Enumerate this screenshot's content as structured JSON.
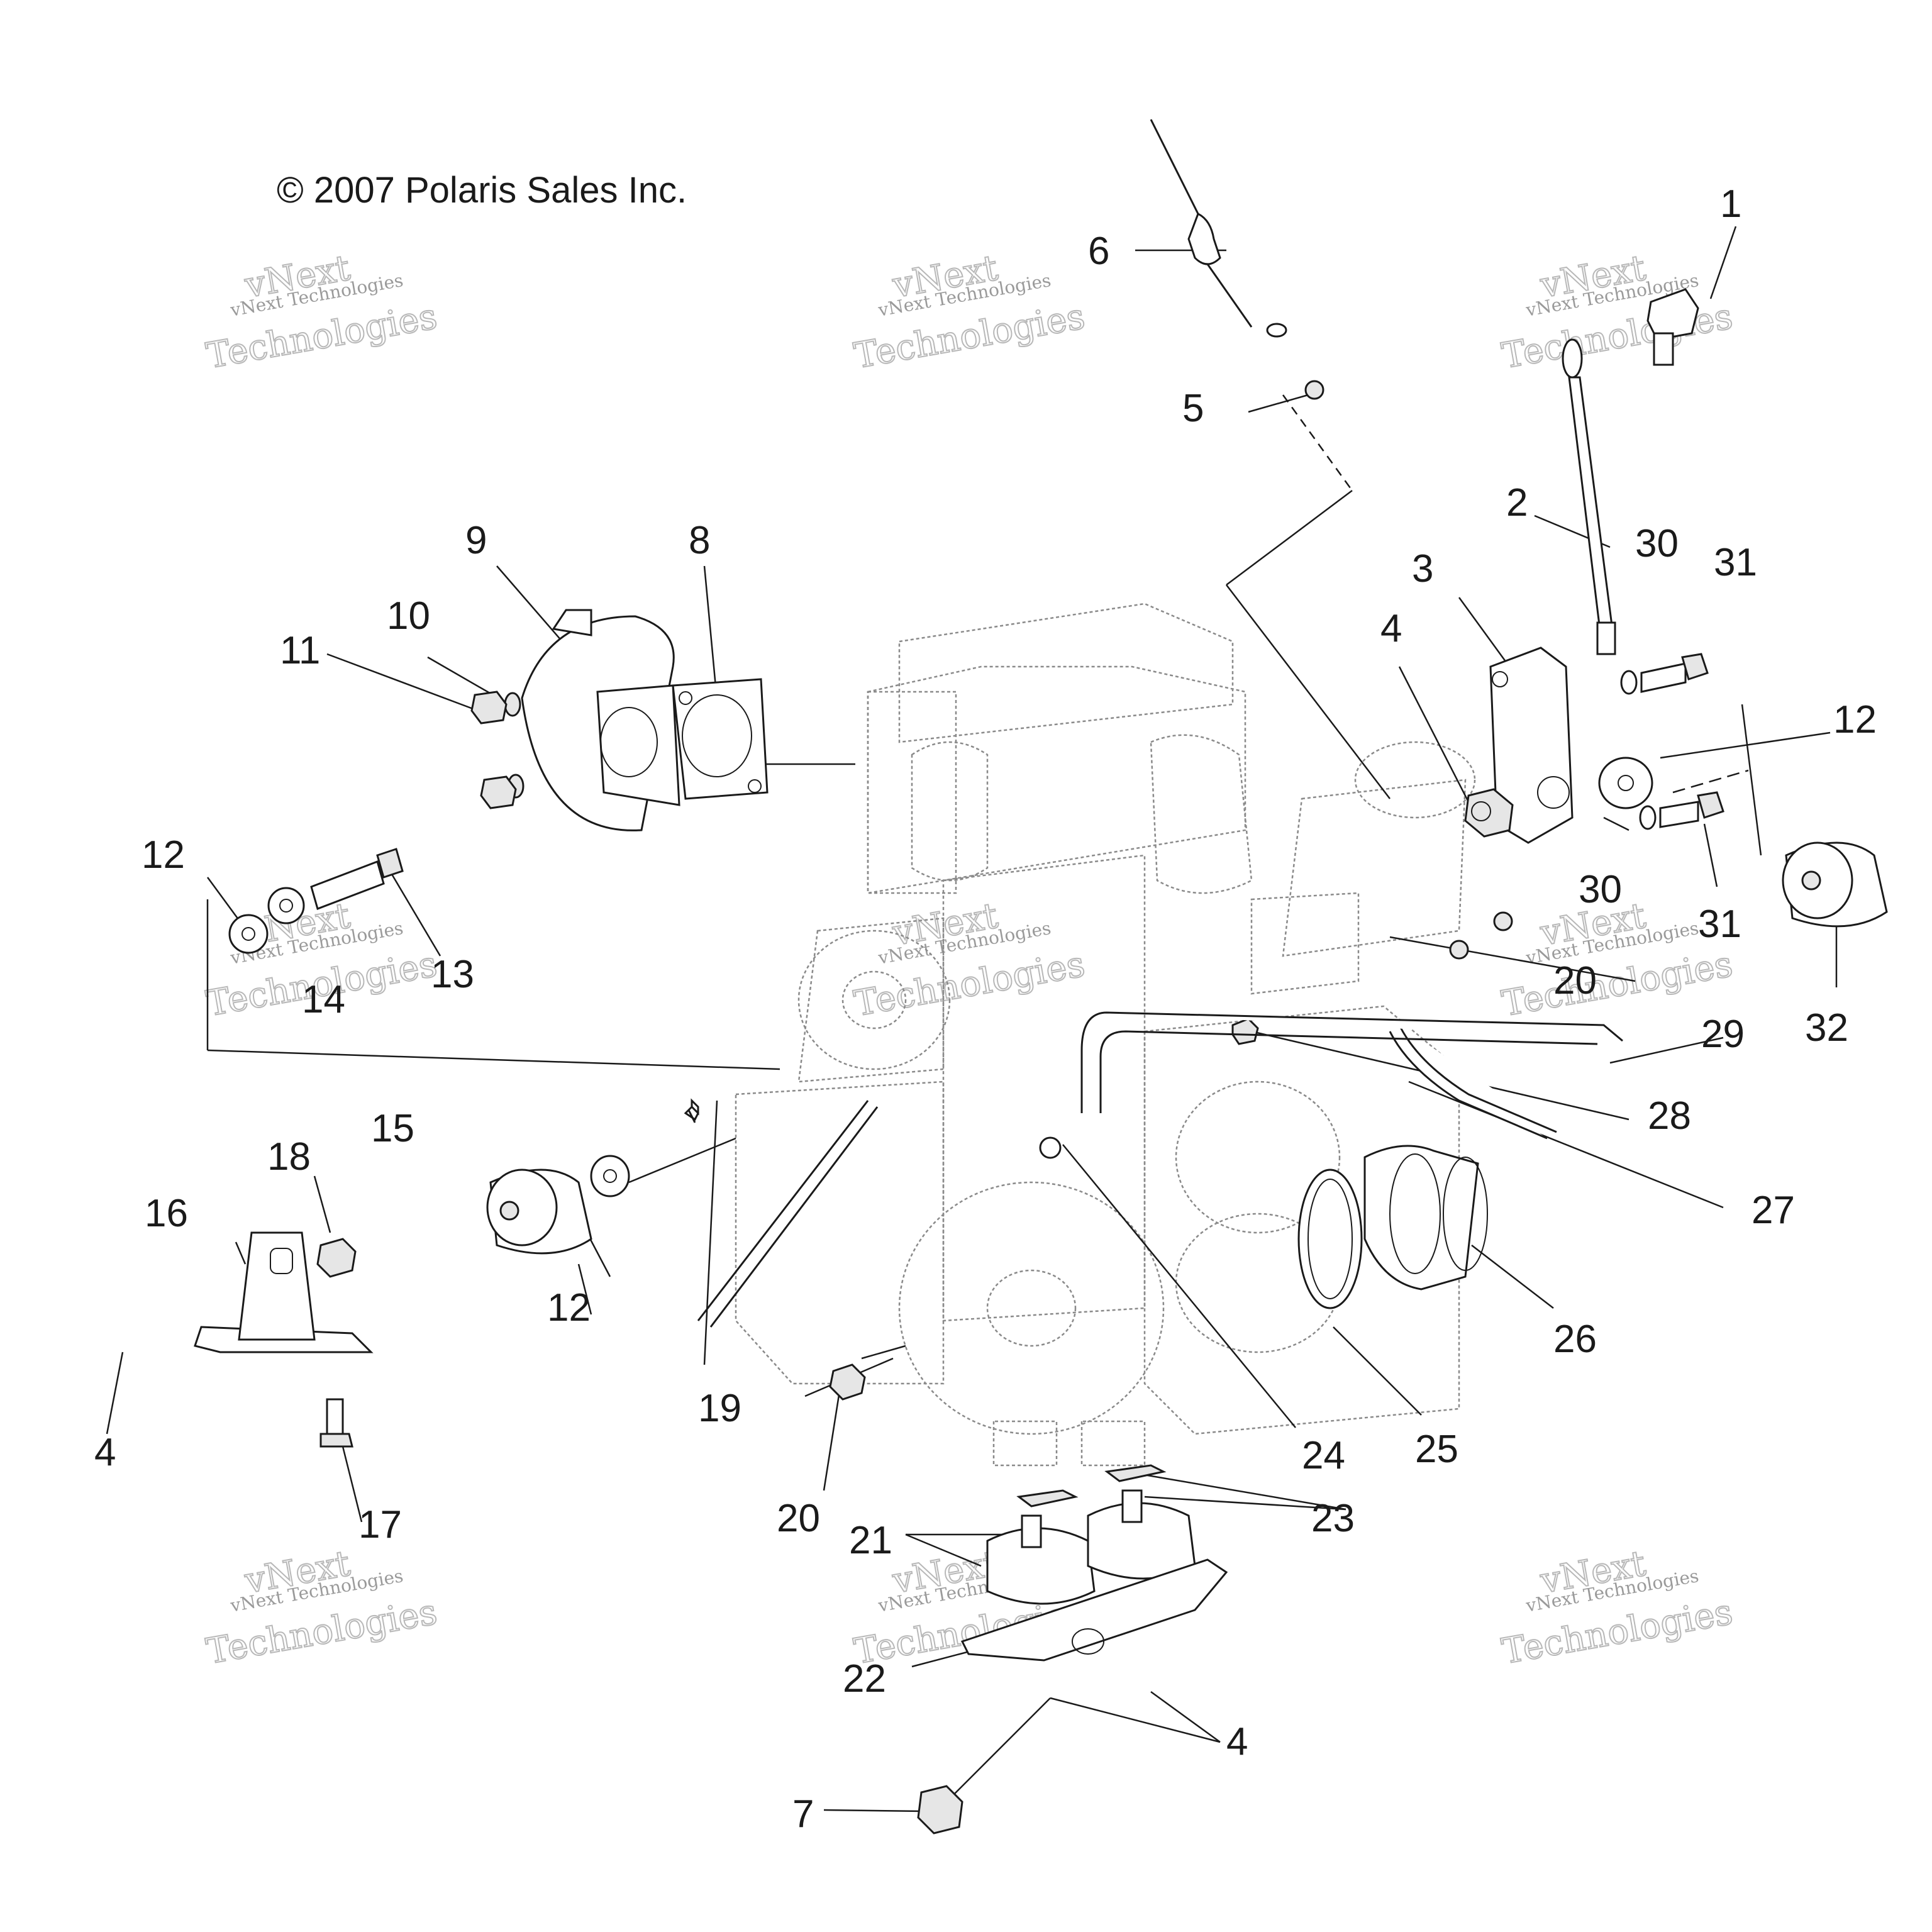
{
  "copyright": "© 2007 Polaris Sales Inc.",
  "watermark": {
    "line1": "vNext",
    "line2": "vNext Technologies",
    "line3": "Technologies"
  },
  "callouts": {
    "c1": "1",
    "c2": "2",
    "c3": "3",
    "c4a": "4",
    "c4b": "4",
    "c4c": "4",
    "c5": "5",
    "c6": "6",
    "c7": "7",
    "c8": "8",
    "c9": "9",
    "c10": "10",
    "c11": "11",
    "c12a": "12",
    "c12b": "12",
    "c12c": "12",
    "c13": "13",
    "c14": "14",
    "c15": "15",
    "c16": "16",
    "c17": "17",
    "c18": "18",
    "c19": "19",
    "c20a": "20",
    "c20b": "20",
    "c21": "21",
    "c22": "22",
    "c23": "23",
    "c24": "24",
    "c25": "25",
    "c26": "26",
    "c27": "27",
    "c28": "28",
    "c29": "29",
    "c30a": "30",
    "c30b": "30",
    "c31a": "31",
    "c31b": "31",
    "c32": "32"
  }
}
